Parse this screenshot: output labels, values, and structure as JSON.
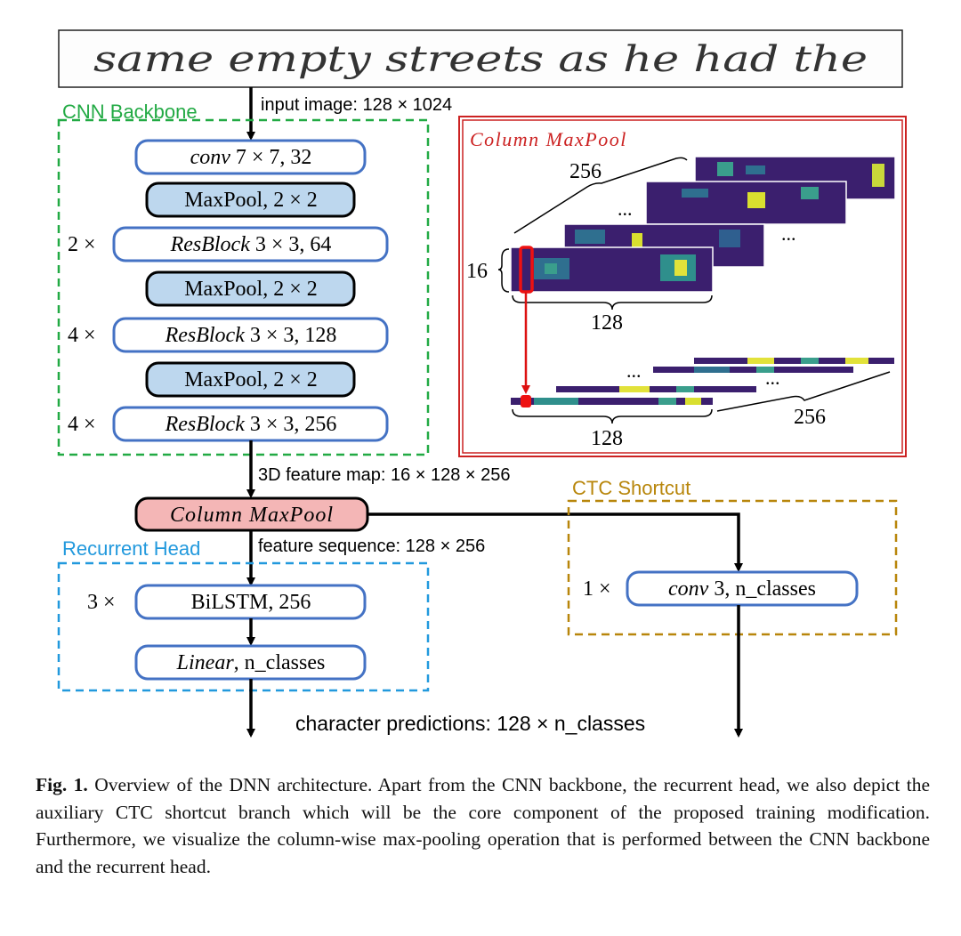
{
  "input_text": "same empty streets as he had the",
  "input_label": "input image: 128 × 1024",
  "backbone": {
    "title": "CNN Backbone",
    "conv": {
      "italic": "conv",
      "rest": " 7 × 7, 32"
    },
    "maxpool": "MaxPool, 2 × 2",
    "res1": {
      "mult": "2 ×",
      "italic": "ResBlock",
      "rest": " 3 × 3, 64"
    },
    "res2": {
      "mult": "4 ×",
      "italic": "ResBlock",
      "rest": " 3 × 3, 128"
    },
    "res3": {
      "mult": "4 ×",
      "italic": "ResBlock",
      "rest": " 3 × 3, 256"
    }
  },
  "feature_map_label": "3D feature map: 16 × 128 × 256",
  "column_maxpool": "Column MaxPool",
  "inset": {
    "title": "Column MaxPool",
    "num256a": "256",
    "num16": "16",
    "num128a": "128",
    "num128b": "128",
    "num256b": "256",
    "dots": "..."
  },
  "sequence_label": "feature sequence: 128 × 256",
  "head": {
    "title": "Recurrent Head",
    "bilstm_mult": "3 ×",
    "bilstm": "BiLSTM, 256",
    "linear": {
      "italic": "Linear",
      "rest": ", n_classes"
    }
  },
  "ctc": {
    "title": "CTC Shortcut",
    "mult": "1 ×",
    "italic": "conv",
    "rest": " 3, n_classes"
  },
  "output_label": "character predictions: 128 × n_classes",
  "caption": {
    "fig": "Fig. 1.",
    "text": "Overview of the DNN architecture. Apart from the CNN backbone, the recurrent head, we also depict the auxiliary CTC shortcut branch which will be the core component of the proposed training modification. Furthermore, we visualize the column-wise max-pooling operation that is performed between the CNN backbone and the recurrent head."
  },
  "colors": {
    "backbone": "#22aa44",
    "inset": "#cc2222",
    "head": "#2299dd",
    "ctc": "#b8860b",
    "box": "#4472c4",
    "fill": "#bdd7ee",
    "pool": "#f4b6b6",
    "map": "#3b1f6e"
  }
}
